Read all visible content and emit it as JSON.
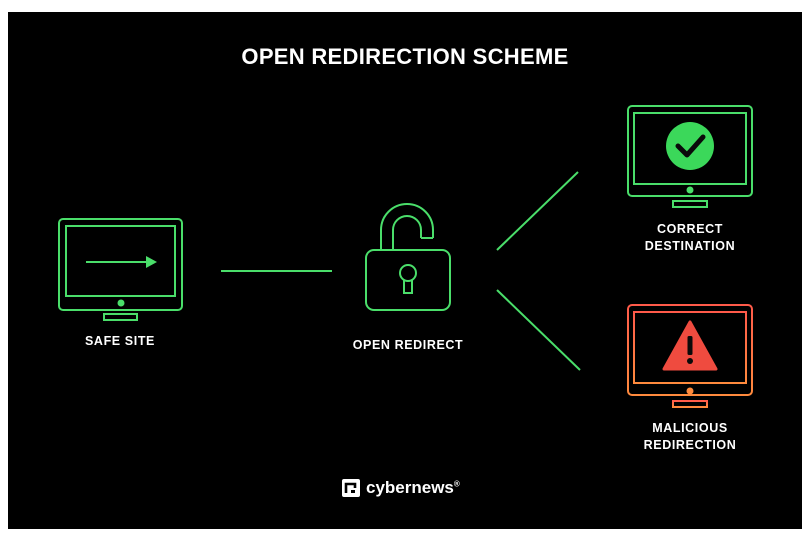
{
  "title": "OPEN REDIRECTION SCHEME",
  "nodes": {
    "safe_site": "SAFE SITE",
    "open_redirect": "OPEN REDIRECT",
    "correct_destination": "CORRECT\nDESTINATION",
    "malicious_redirection": "MALICIOUS\nREDIRECTION"
  },
  "brand": {
    "name": "cybernews",
    "mark": "®"
  },
  "colors": {
    "background": "#000000",
    "green": "#4ade6a",
    "check_fill": "#3bd85a",
    "warning_red": "#ef4b3f",
    "warning_orange": "#ff8a3d",
    "text": "#ffffff"
  },
  "icons": [
    "monitor-arrow-icon",
    "open-padlock-icon",
    "monitor-check-icon",
    "monitor-warning-icon",
    "cybernews-logo-icon"
  ]
}
